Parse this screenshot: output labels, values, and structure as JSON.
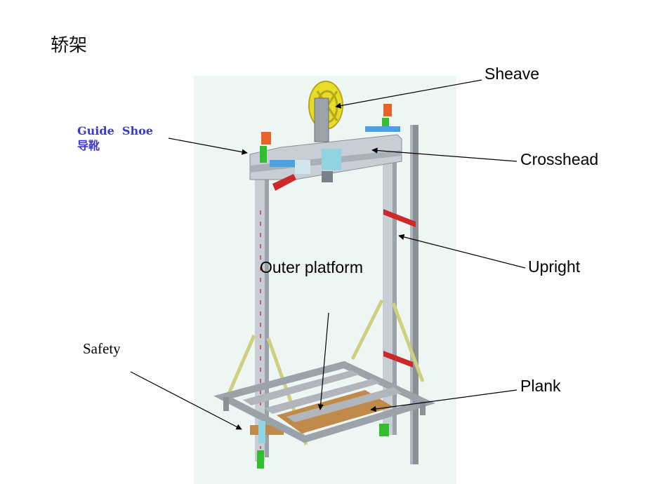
{
  "title": "轿架",
  "labels": {
    "sheave": "Sheave",
    "crosshead": "Crosshead",
    "upright": "Upright",
    "outer_platform": "Outer platform",
    "plank": "Plank",
    "safety": "Safety",
    "guide_shoe_en": "Guide  Shoe",
    "guide_shoe_cn": "导靴"
  },
  "colors": {
    "background_panel": "#eef6f4",
    "sheave": "#e8dc2a",
    "frame": "#c8ced6",
    "platform_wood": "#c08a4a",
    "guide_shoe_blue": "#4aa0e0",
    "safety_red": "#cc2a2a"
  }
}
